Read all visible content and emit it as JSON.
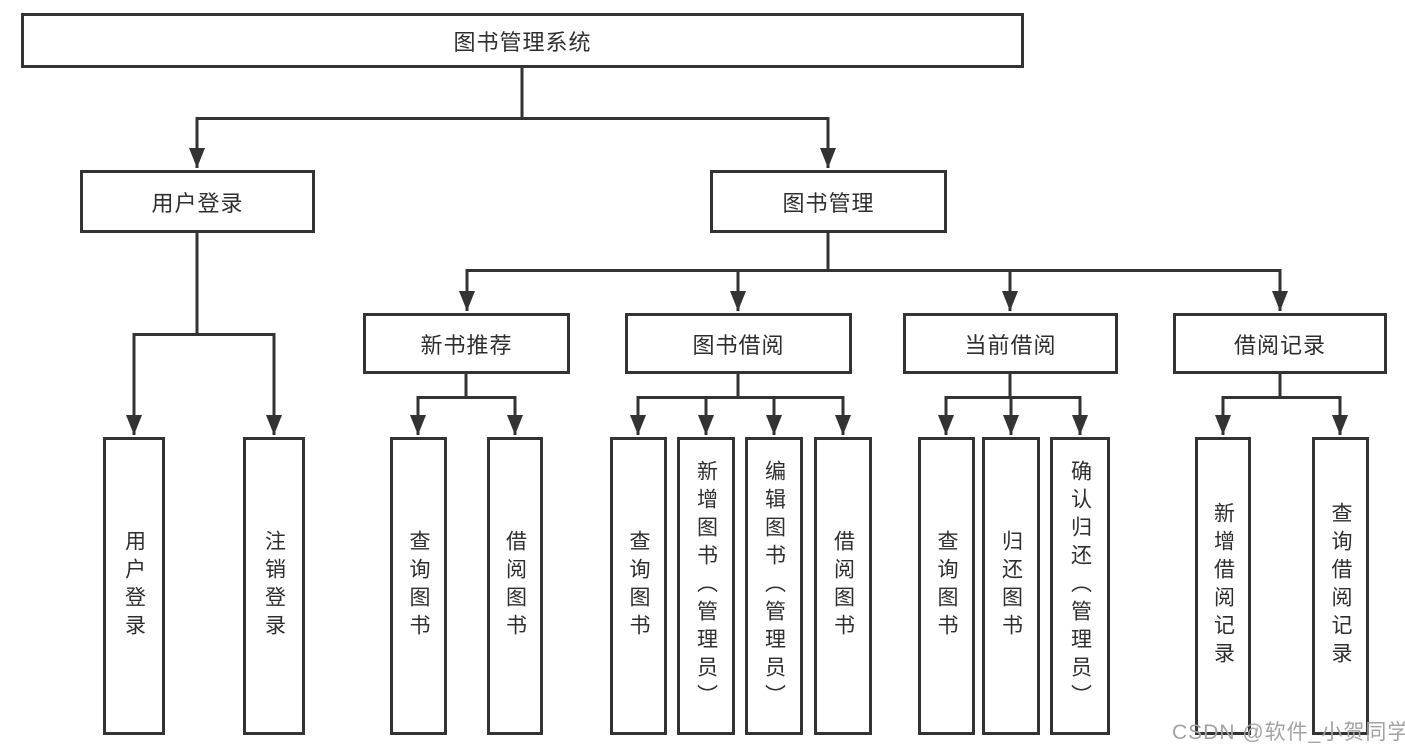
{
  "diagram_title": "图书管理系统",
  "nodes": {
    "root": "图书管理系统",
    "user_login": "用户登录",
    "book_mgmt": "图书管理",
    "new_book_rec": "新书推荐",
    "book_borrowing": "图书借阅",
    "current_borrowing": "当前借阅",
    "borrowing_records": "借阅记录",
    "leaves": {
      "user_login": [
        "用户登录",
        "注销登录"
      ],
      "new_book_rec": [
        "查询图书",
        "借阅图书"
      ],
      "book_borrowing": [
        "查询图书",
        "新增图书（管理员）",
        "编辑图书（管理员）",
        "借阅图书"
      ],
      "current_borrowing": [
        "查询图书",
        "归还图书",
        "确认归还（管理员）"
      ],
      "borrowing_records": [
        "新增借阅记录",
        "查询借阅记录"
      ]
    }
  },
  "watermark": "CSDN @软件_小贺同学",
  "colors": {
    "line": "#333333",
    "box_border": "#333333",
    "text": "#2e2e2e",
    "watermark": "#a3a3a3",
    "background": "#ffffff"
  }
}
